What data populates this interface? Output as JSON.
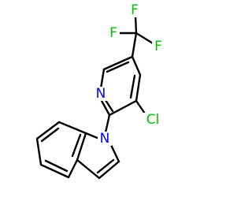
{
  "molecule": {
    "colors": {
      "bond": "#000000",
      "carbon_label": "#000000",
      "nitrogen": "#0000ff",
      "chlorine": "#00c000",
      "fluorine": "#00c000",
      "background": "#ffffff"
    },
    "labels": {
      "fluorine_1": "F",
      "fluorine_2": "F",
      "fluorine_3": "F",
      "pyridine_nitrogen": "N",
      "chlorine": "Cl",
      "indole_nitrogen": "N"
    }
  }
}
